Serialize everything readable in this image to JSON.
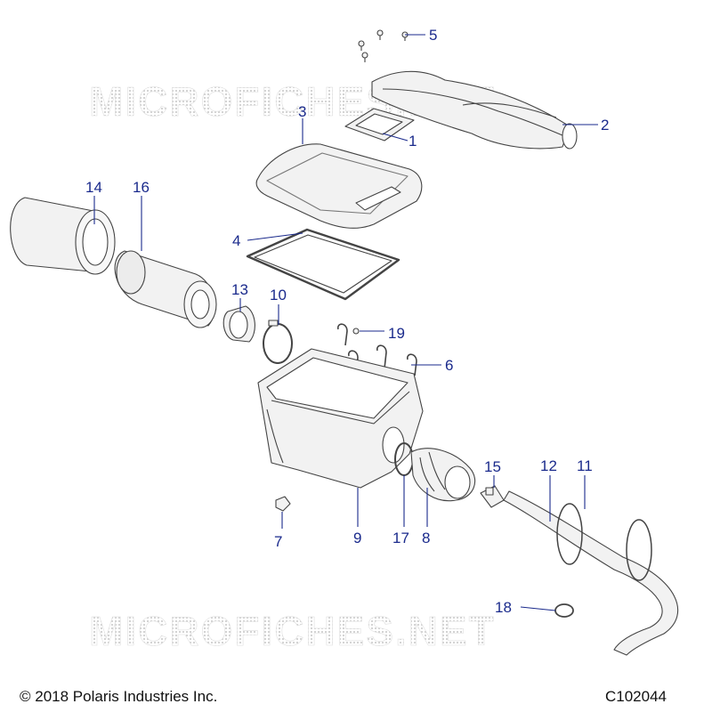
{
  "watermarks": [
    "MICROFICHES.NET",
    "MICROFICHES.NET"
  ],
  "callouts": [
    "1",
    "2",
    "3",
    "4",
    "5",
    "6",
    "7",
    "8",
    "9",
    "10",
    "11",
    "12",
    "13",
    "14",
    "15",
    "16",
    "17",
    "18",
    "19"
  ],
  "footer": {
    "copyright": "© 2018 Polaris Industries Inc.",
    "code": "C102044"
  },
  "colors": {
    "callout": "#1a2a8c",
    "part_stroke": "#444444",
    "part_fill": "#f2f2f2",
    "watermark": "#d9d9d9"
  }
}
